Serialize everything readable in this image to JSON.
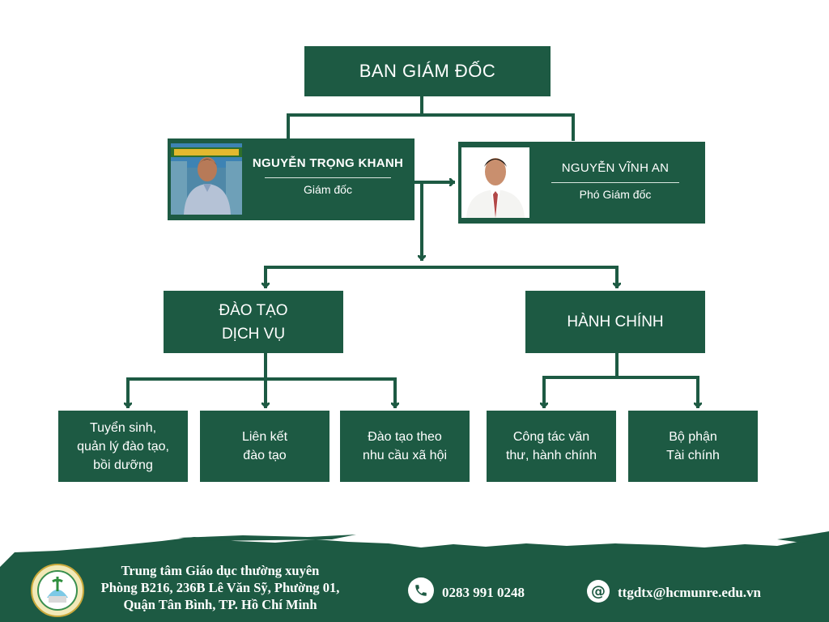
{
  "title_box": {
    "label": "BAN GIÁM ĐỐC"
  },
  "director": {
    "name": "NGUYỄN TRỌNG KHANH",
    "role": "Giám đốc",
    "photo_icon": "portrait-photo"
  },
  "deputy": {
    "name": "NGUYỄN VĨNH AN",
    "role": "Phó Giám đốc",
    "photo_icon": "portrait-photo"
  },
  "departments": [
    {
      "line1": "ĐÀO TẠO",
      "line2": "DỊCH VỤ"
    },
    {
      "line1": "HÀNH CHÍNH",
      "line2": ""
    }
  ],
  "units": [
    {
      "lines": [
        "Tuyển sinh,",
        "quản lý đào tạo,",
        "bồi dưỡng"
      ]
    },
    {
      "lines": [
        "Liên kết",
        "đào tạo",
        ""
      ]
    },
    {
      "lines": [
        "Đào tạo theo",
        "nhu cầu xã hội",
        ""
      ]
    },
    {
      "lines": [
        "Công tác văn",
        "thư, hành chính",
        ""
      ]
    },
    {
      "lines": [
        "Bộ phận",
        "Tài chính",
        ""
      ]
    }
  ],
  "footer": {
    "org_lines": [
      "Trung tâm Giáo dục thường xuyên",
      "Phòng B216, 236B Lê Văn Sỹ, Phường 01,",
      "Quận Tân Bình, TP. Hồ Chí Minh"
    ],
    "phone": "0283 991 0248",
    "email": "ttgdtx@hcmunre.edu.vn",
    "phone_icon": "phone-icon",
    "email_icon": "at-sign-icon"
  },
  "colors": {
    "brand_green": "#1d5a43",
    "white": "#ffffff"
  }
}
